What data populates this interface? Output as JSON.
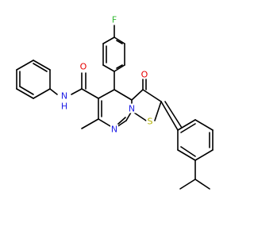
{
  "molecule": {
    "atom_labels": {
      "fluorine": "F",
      "amide_nitrogen": "N",
      "amide_hydrogen": "H",
      "amide_oxygen": "O",
      "ring_carbonyl_oxygen": "O",
      "bridgehead_nitrogen": "N",
      "ring_imine_nitrogen": "N",
      "thiazole_sulfur": "S"
    },
    "colors": {
      "bond": "#000000",
      "fluorine": "#33b833",
      "nitrogen": "#1f1fe6",
      "oxygen": "#e60000",
      "sulfur": "#b3b300"
    }
  }
}
